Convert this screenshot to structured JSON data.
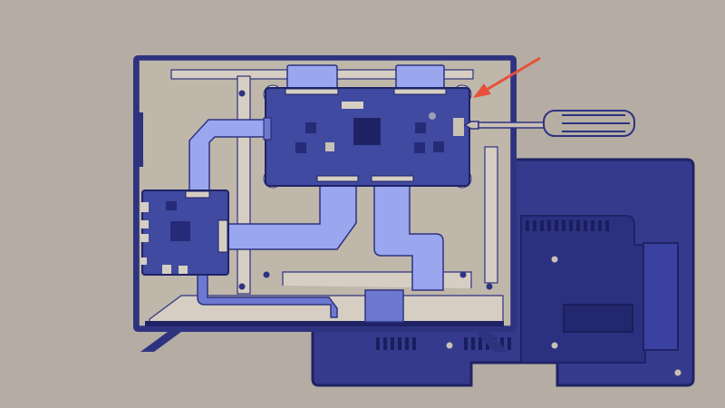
{
  "colors": {
    "background": "#b5aca3",
    "frame": "#2e3380",
    "board": "#3f4aa0",
    "ribbon": "#9aa6ee",
    "chassis": "#c9c0b4",
    "arrow": "#e8503a",
    "back_cover": "#353a8c"
  },
  "icons": [
    "tv-chassis",
    "tcon-board",
    "main-board",
    "ribbon-cable",
    "screwdriver",
    "pointer-arrow"
  ]
}
